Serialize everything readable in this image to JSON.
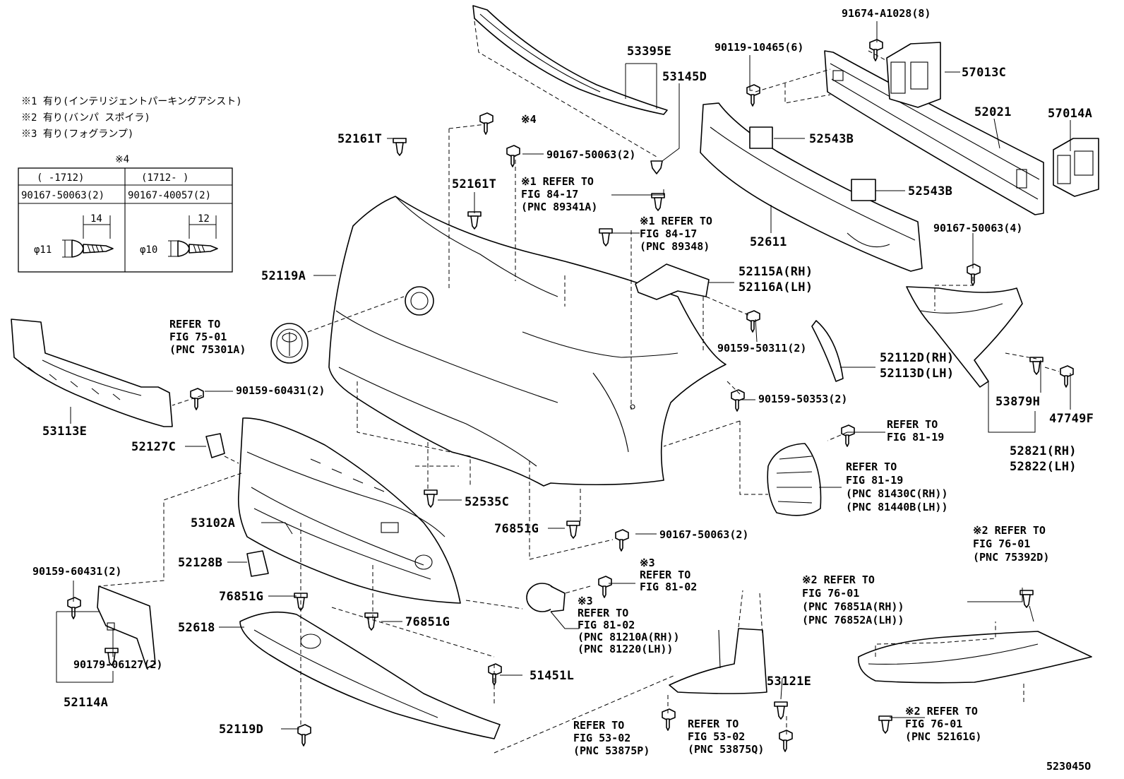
{
  "notes": {
    "n1": "※1 有り(インテリジェントパーキングアシスト)",
    "n2": "※2 有り(バンパ スポイラ)",
    "n3": "※3 有り(フォグランプ)"
  },
  "spec_table": {
    "title": "※4",
    "col1_range": "(     -1712)",
    "col2_range": "(1712-      )",
    "col1_part": "90167-50063(2)",
    "col2_part": "90167-40057(2)",
    "col1_len": "14",
    "col2_len": "12",
    "col1_dia": "φ11",
    "col2_dia": "φ10"
  },
  "labels": {
    "p53395E": "53395E",
    "p53145D": "53145D",
    "p90119": "90119-10465(6)",
    "p91674": "91674-A1028(8)",
    "p57013C": "57013C",
    "p52021": "52021",
    "p57014A": "57014A",
    "p52543B_1": "52543B",
    "p52543B_2": "52543B",
    "p52611": "52611",
    "p90167_4": "90167-50063(4)",
    "p52161T_1": "52161T",
    "p52161T_2": "52161T",
    "p90167_2a": "90167-50063(2)",
    "p_x4": "※4",
    "p52119A": "52119A",
    "p52115A": "52115A(RH)",
    "p52116A": "52116A(LH)",
    "p90159_50311": "90159-50311(2)",
    "p52112D": "52112D(RH)",
    "p52113D": "52113D(LH)",
    "p90159_50353": "90159-50353(2)",
    "p53879H": "53879H",
    "p47749F": "47749F",
    "p52821": "52821(RH)",
    "p52822": "52822(LH)",
    "p90159_60431a": "90159-60431(2)",
    "p53113E": "53113E",
    "p52127C": "52127C",
    "p52535C": "52535C",
    "p53102A": "53102A",
    "p76851G_1": "76851G",
    "p90167_2b": "90167-50063(2)",
    "p52128B": "52128B",
    "p90159_60431b": "90159-60431(2)",
    "p76851G_2": "76851G",
    "p76851G_3": "76851G",
    "p52618": "52618",
    "p90179": "90179-06127(2)",
    "p51451L": "51451L",
    "p52114A": "52114A",
    "p53121E": "53121E",
    "p52119D": "52119D",
    "diagram_id": "523045O"
  },
  "refs": {
    "r1": [
      "※1 REFER TO",
      "FIG 84-17",
      "(PNC 89341A)"
    ],
    "r2": [
      "※1 REFER TO",
      "FIG 84-17",
      "(PNC 89348)"
    ],
    "r3": [
      "REFER TO",
      "FIG 75-01",
      "(PNC 75301A)"
    ],
    "r4": [
      "REFER TO",
      "FIG 81-19"
    ],
    "r5": [
      "REFER TO",
      "FIG 81-19",
      "(PNC 81430C(RH))",
      "(PNC 81440B(LH))"
    ],
    "r6": [
      "※2 REFER TO",
      "FIG 76-01",
      "(PNC 75392D)"
    ],
    "r7": [
      "※3",
      "REFER TO",
      "FIG 81-02"
    ],
    "r8": [
      "※3",
      "REFER TO",
      "FIG 81-02",
      "(PNC 81210A(RH))",
      "(PNC 81220(LH))"
    ],
    "r9": [
      "※2 REFER TO",
      "FIG 76-01",
      "(PNC 76851A(RH))",
      "(PNC 76852A(LH))"
    ],
    "r10": [
      "REFER TO",
      "FIG 53-02",
      "(PNC 53875P)"
    ],
    "r11": [
      "REFER TO",
      "FIG 53-02",
      "(PNC 53875Q)"
    ],
    "r12": [
      "※2 REFER TO",
      "FIG 76-01",
      "(PNC 52161G)"
    ]
  },
  "icons": {
    "bolt": "bolt-icon",
    "clip": "clip-icon",
    "emblem": "toyota-emblem-icon"
  }
}
